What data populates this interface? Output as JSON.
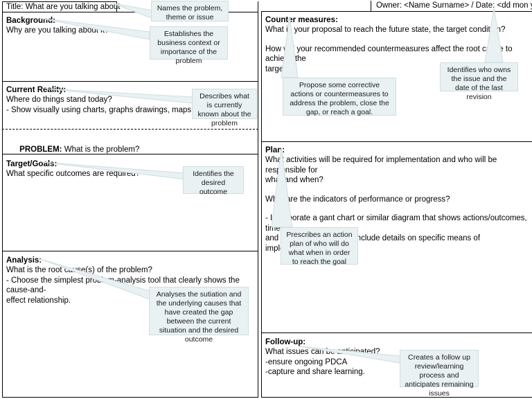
{
  "document": {
    "type": "a3-problem-solving-template",
    "title_bar": {
      "label": "Title: What are you talking about"
    },
    "owner_bar": {
      "label": "Owner: <Name Surname> / Date: <dd mon yyyy>"
    }
  },
  "left_column": {
    "background": {
      "heading": "Background:",
      "lines": [
        "Why are you talking about it?"
      ]
    },
    "current_reality": {
      "heading": "Current Reality:",
      "lines": [
        "Where do things stand today?",
        "- Show visually using charts, graphs drawings, maps, etc"
      ]
    },
    "problem": {
      "heading": "PROBLEM:",
      "text": "What is the problem?"
    },
    "target_goals": {
      "heading": "Target/Goals:",
      "lines": [
        "What specific outcomes are required?"
      ]
    },
    "analysis": {
      "heading": "Analysis:",
      "lines": [
        "What is the root cause(s) of the problem?",
        "- Choose the simplest problem-analysis tool that clearly shows the cause-and-",
        "effect relationship."
      ]
    }
  },
  "right_column": {
    "counter_measures": {
      "heading": "Counter measures:",
      "lines": [
        "What is your proposal to reach the future state, the target condition?",
        "",
        "How will your recommended countermeasures affect the root cause to achieve the",
        "target?"
      ]
    },
    "plan": {
      "heading": "Plan:",
      "lines": [
        "What activities will be required for implementation and who will be responsible for",
        "what and when?",
        "",
        "What are the indicators of performance or progress?",
        "",
        "- Incorporate a gant chart or similar diagram that shows actions/outcomes, timeline",
        "and responsibilities. May include details on specific means of implementation."
      ]
    },
    "follow_up": {
      "heading": "Follow-up:",
      "lines": [
        "What issues can be anticipated?",
        "-ensure ongoing PDCA",
        "-capture and share learning."
      ]
    }
  },
  "callouts": {
    "title": "Names the problem, theme or issue",
    "background": "Establishes the business context or importance of the problem",
    "owner": "Identifies who owns the issue and the date of the last revision",
    "counter_measures": "Propose some corrective actions or countermeasures to address the problem, close the gap, or reach a goal.",
    "current_reality": "Describes what is currently known about the problem",
    "target_goals": "Identifies the desired outcome",
    "plan": "Prescribes an action plan of who will do what when in order to reach the goal",
    "analysis": "Analyses the sutiation and the underlying causes  that have created the gap between the current situation and the desired outcome",
    "follow_up": "Creates a follow up review/learning process and anticipates remaining issues"
  },
  "colors": {
    "callout_fill": "#e9f1f3",
    "callout_border": "#cfdde1",
    "frame": "#000000",
    "page": "#ffffff"
  }
}
